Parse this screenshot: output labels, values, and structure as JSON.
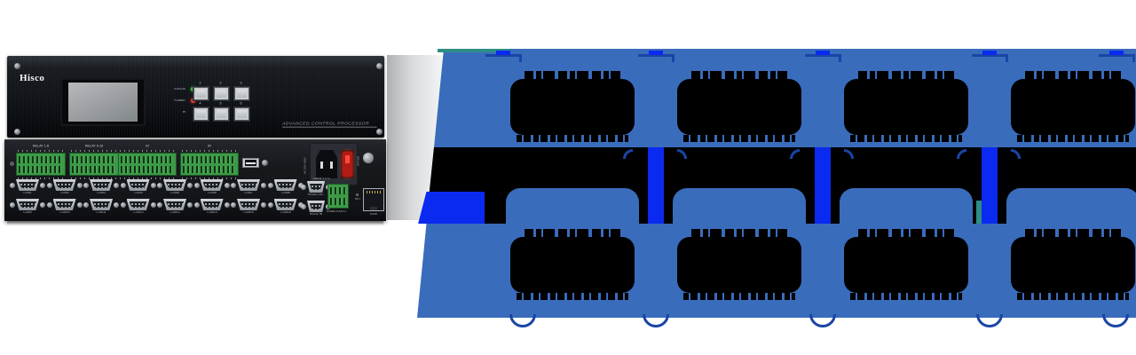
{
  "device": {
    "brand": "Hisco",
    "tagline": "ADVANCED CONTROL PROCESSOR",
    "front": {
      "leds": [
        {
          "label": "STATUS",
          "color": "#3ec53e"
        },
        {
          "label": "POWER",
          "color": "#e8382a"
        },
        {
          "label": "IR",
          "color": "#15161a"
        }
      ],
      "buttons": [
        "1",
        "2",
        "3",
        "4",
        "5",
        "6"
      ]
    },
    "rear": {
      "terminal_blocks": [
        "RELAY 1-8",
        "RELAY 9-16",
        "IO",
        "IR"
      ],
      "com_ports": [
        "COM1",
        "COM2",
        "COM3",
        "COM4",
        "COM5",
        "COM6",
        "COM7",
        "COM8",
        "COM9",
        "COM10",
        "COM11",
        "COM12",
        "COM13",
        "COM14",
        "COM15",
        "COM16"
      ],
      "power": {
        "left_label": "AC 100~240V",
        "right_label": "OFF/ON"
      },
      "can_label": "CAN 5 Y Z G",
      "rs232_out_label": "RS232 OUT",
      "rs232_in_label": "RS232 IN",
      "rs485_label": "RS485 5 A B G",
      "rst_label": "RST",
      "rj45_label": "RJ45"
    }
  },
  "graphic": {
    "rows": 2,
    "cards_per_row": 4,
    "colors": {
      "blue": "#3a6cbc",
      "navy": "#1a45a5",
      "accent_blue": "#0a2af0",
      "teal": "#2d8e86",
      "black": "#000000"
    }
  }
}
